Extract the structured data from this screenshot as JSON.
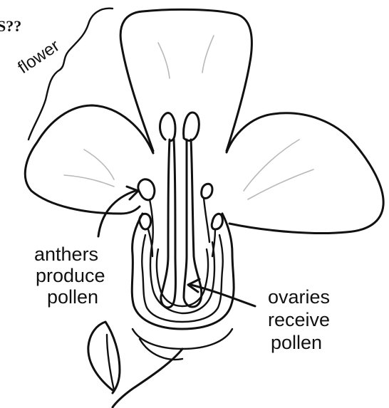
{
  "title_fragment": "S??",
  "labels": {
    "flower": "flower",
    "anthers": [
      "anthers",
      "produce",
      "pollen"
    ],
    "ovaries": [
      "ovaries",
      "receive",
      "pollen"
    ]
  }
}
